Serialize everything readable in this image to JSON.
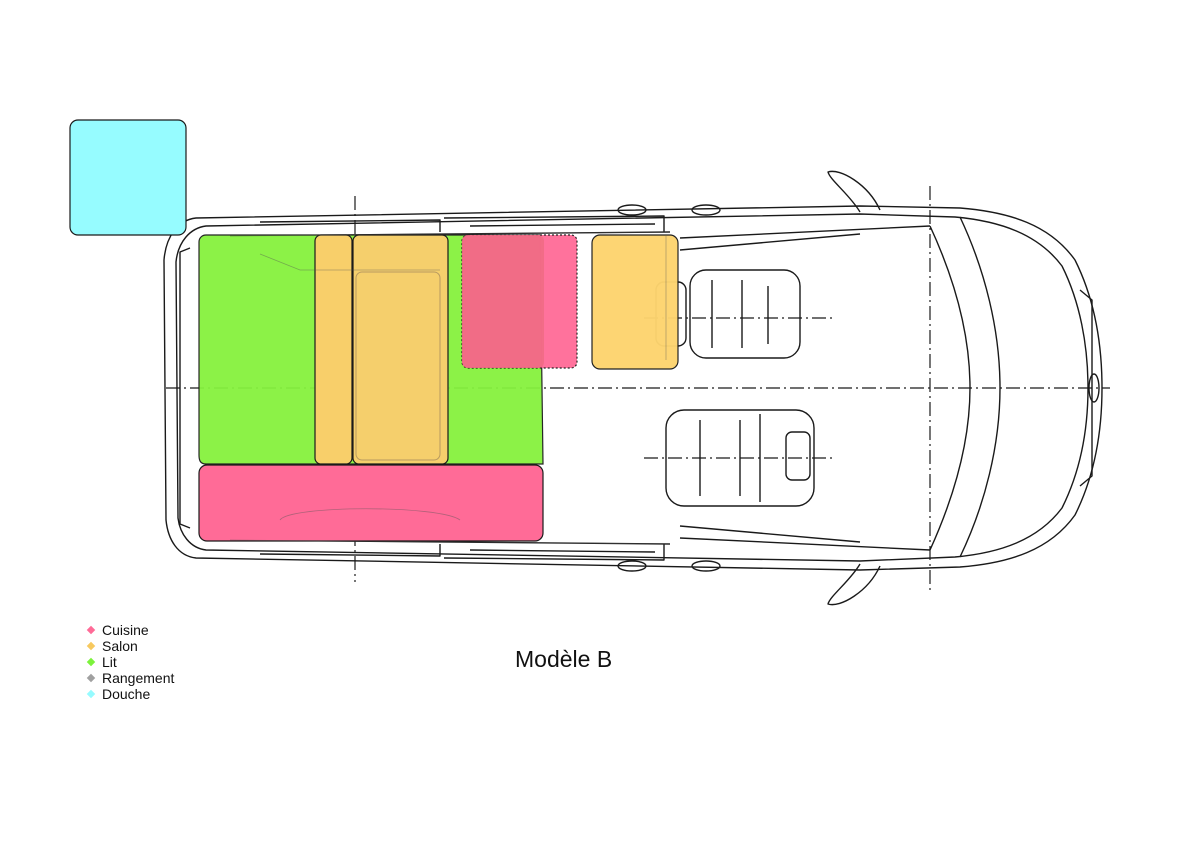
{
  "title": "Modèle B",
  "legend": [
    {
      "label": "Cuisine",
      "color": "#ff6b97",
      "icon": "diamond-icon"
    },
    {
      "label": "Salon",
      "color": "#f7c95f",
      "icon": "diamond-icon"
    },
    {
      "label": "Lit",
      "color": "#7cf23c",
      "icon": "diamond-icon"
    },
    {
      "label": "Rangement",
      "color": "#a0a0a0",
      "icon": "diamond-icon"
    },
    {
      "label": "Douche",
      "color": "#96fbff",
      "icon": "diamond-icon"
    }
  ],
  "colors": {
    "cuisine": "#ff6b97",
    "salon": "#f8cf6a",
    "lit": "#86f23e",
    "douche": "#96fcff",
    "outline": "#1a1a1a"
  }
}
